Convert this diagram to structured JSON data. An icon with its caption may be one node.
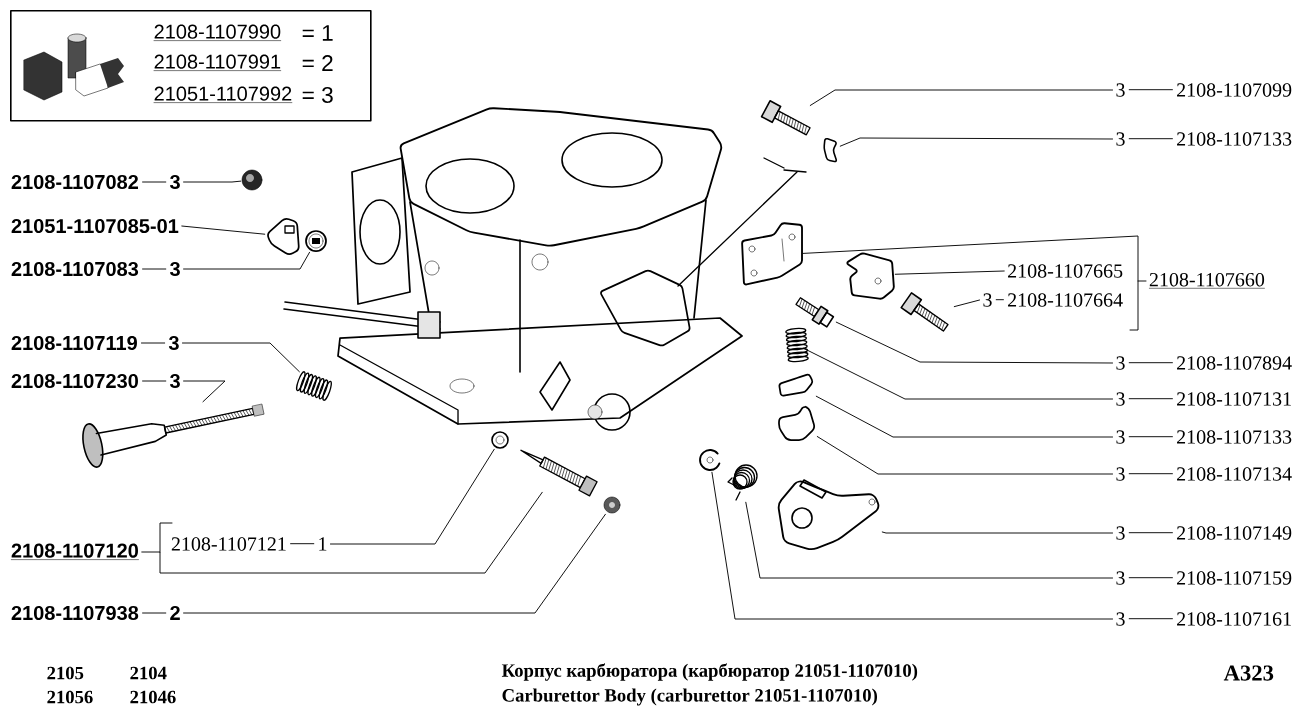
{
  "diagram": {
    "nodes": [
      {
        "text": [
          "2108-1107990",
          "= 1",
          "2108-1107991",
          "= 2",
          "21051-1107992",
          "= 3"
        ]
      },
      {
        "text": [
          "2108-1107082",
          "3"
        ]
      },
      {
        "text": [
          "21051-1107085-01"
        ]
      },
      {
        "text": [
          "2108-1107083",
          "3"
        ]
      },
      {
        "text": [
          "2108-1107119",
          "3"
        ]
      },
      {
        "text": [
          "2108-1107230",
          "3"
        ]
      },
      {
        "text": [
          "2108-1107120"
        ]
      },
      {
        "text": [
          "2108-1107121",
          "1"
        ]
      },
      {
        "text": [
          "2108-1107938",
          "2"
        ]
      },
      {
        "text": [
          "3",
          "2108-1107099"
        ]
      },
      {
        "text": [
          "3",
          "2108-1107133"
        ]
      },
      {
        "text": [
          "2108-1107665"
        ]
      },
      {
        "text": [
          "2108-1107660"
        ]
      },
      {
        "text": [
          "3",
          "2108-1107664"
        ]
      },
      {
        "text": [
          "3",
          "2108-1107894"
        ]
      },
      {
        "text": [
          "3",
          "2108-1107131"
        ]
      },
      {
        "text": [
          "3",
          "2108-1107133"
        ]
      },
      {
        "text": [
          "3",
          "2108-1107134"
        ]
      },
      {
        "text": [
          "3",
          "2108-1107149"
        ]
      },
      {
        "text": [
          "3",
          "2108-1107159"
        ]
      },
      {
        "text": [
          "3",
          "2108-1107161"
        ]
      },
      {
        "text": [],
        "shape": "picture"
      },
      {
        "text": [],
        "shape": "picture"
      },
      {
        "text": [],
        "shape": "picture"
      },
      {
        "text": [],
        "shape": "picture"
      },
      {
        "text": [],
        "shape": "picture"
      },
      {
        "text": [],
        "shape": "picture"
      },
      {
        "text": [],
        "shape": "picture"
      },
      {
        "text": [],
        "shape": "picture"
      },
      {
        "text": [],
        "shape": "picture"
      },
      {
        "text": [],
        "shape": "picture"
      },
      {
        "text": [],
        "shape": "picture"
      },
      {
        "text": [],
        "shape": "picture"
      },
      {
        "text": [],
        "shape": "picture"
      },
      {
        "text": [],
        "shape": "picture"
      },
      {
        "text": [],
        "shape": "picture"
      },
      {
        "text": [],
        "shape": "picture"
      },
      {
        "text": [],
        "shape": "picture"
      },
      {
        "text": [],
        "shape": "picture"
      },
      {
        "text": [],
        "shape": "picture"
      },
      {
        "text": [],
        "shape": "picture"
      }
    ],
    "edges": [
      {
        "from": 1,
        "to": 21,
        "arrow": "none"
      },
      {
        "from": 2,
        "to": 22,
        "arrow": "none"
      },
      {
        "from": 3,
        "to": 23,
        "arrow": "none"
      },
      {
        "from": 4,
        "to": 24,
        "arrow": "none"
      },
      {
        "from": 5,
        "to": 25,
        "arrow": "none"
      },
      {
        "from": 6,
        "to": 27,
        "arrow": "none"
      },
      {
        "from": 7,
        "to": 26,
        "arrow": "none"
      },
      {
        "from": 8,
        "to": 28,
        "arrow": "none"
      },
      {
        "from": 9,
        "to": 29,
        "arrow": "none"
      },
      {
        "from": 10,
        "to": 30,
        "arrow": "none"
      },
      {
        "from": 11,
        "to": 32,
        "arrow": "none"
      },
      {
        "from": 12,
        "to": 31,
        "arrow": "none"
      },
      {
        "from": 13,
        "to": 33,
        "arrow": "none"
      },
      {
        "from": 14,
        "to": 34,
        "arrow": "none"
      },
      {
        "from": 15,
        "to": 35,
        "arrow": "none"
      },
      {
        "from": 16,
        "to": 36,
        "arrow": "none"
      },
      {
        "from": 17,
        "to": 37,
        "arrow": "none"
      },
      {
        "from": 18,
        "to": 38,
        "arrow": "none"
      },
      {
        "from": 19,
        "to": 39,
        "arrow": "none"
      },
      {
        "from": 20,
        "to": 40,
        "arrow": "none"
      }
    ],
    "labels": [
      "2105",
      "2104",
      "21056",
      "21046",
      "Корпус карбюратора (карбюратор 21051-1107010)",
      "Carburettor Body (carburettor 21051-1107010)",
      "A323"
    ]
  }
}
